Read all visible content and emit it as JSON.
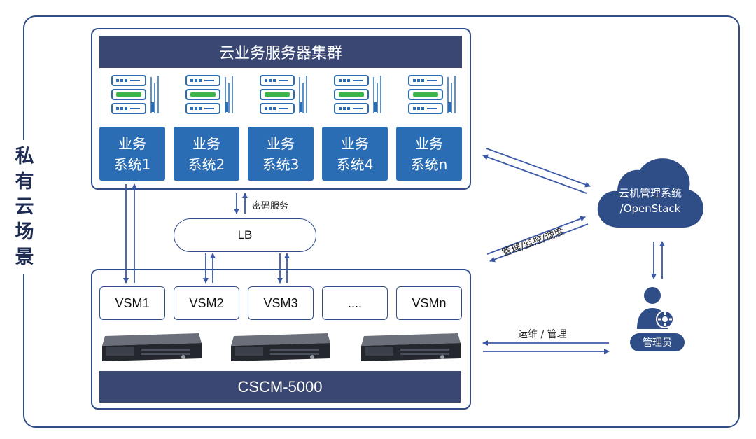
{
  "side_label": [
    "私",
    "有",
    "云",
    "场",
    "景"
  ],
  "cluster": {
    "title": "云业务服务器集群",
    "systems": [
      {
        "line1": "业务",
        "line2": "系统1"
      },
      {
        "line1": "业务",
        "line2": "系统2"
      },
      {
        "line1": "业务",
        "line2": "系统3"
      },
      {
        "line1": "业务",
        "line2": "系统4"
      },
      {
        "line1": "业务",
        "line2": "系统n"
      }
    ],
    "server_icon": "server-rack-icon"
  },
  "crypto_service_label": "密码服务",
  "lb_label": "LB",
  "cscm": {
    "vsm_labels": [
      "VSM1",
      "VSM2",
      "VSM3",
      "....",
      "VSMn"
    ],
    "title": "CSCM-5000",
    "device_icon": "rack-server-device"
  },
  "cloud": {
    "line1": "云机管理系统",
    "line2": "/OpenStack",
    "icon": "cloud-icon"
  },
  "manage_label": "管理/监控/调度",
  "ops_label": "运维 / 管理",
  "admin": {
    "label": "管理员",
    "icon": "admin-user-gear-icon"
  },
  "colors": {
    "dark_navy": "#3a4773",
    "tile_blue": "#2a6db5",
    "border": "#2f4d86",
    "arrow": "#3d5aa8",
    "green": "#3bb54a",
    "cloud": "#2f4d86"
  }
}
